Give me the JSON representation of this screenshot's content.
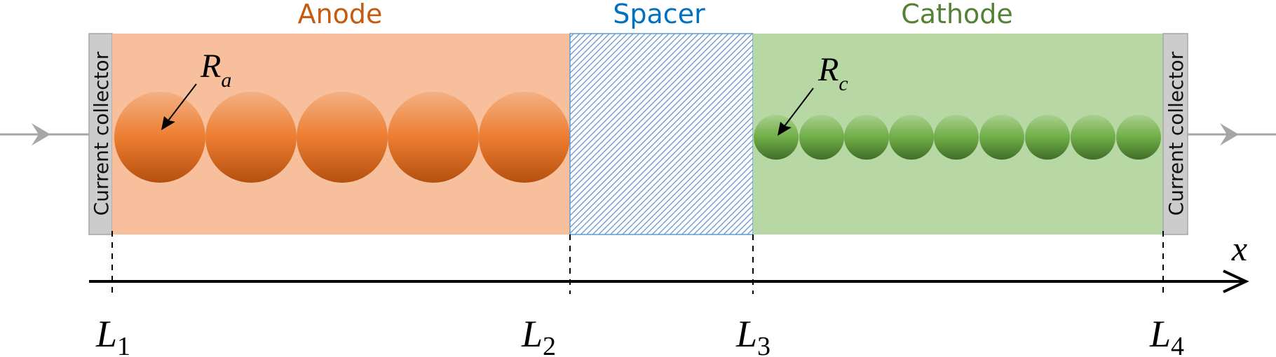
{
  "diagram": {
    "regions": {
      "anode": {
        "label": "Anode",
        "label_color": "#C55A11",
        "fill": "#F7BF9B",
        "particle_count": 5,
        "particle_color": "#ED7D31"
      },
      "spacer": {
        "label": "Spacer",
        "label_color": "#0070C0",
        "hatch_color": "#4472C4"
      },
      "cathode": {
        "label": "Cathode",
        "label_color": "#548235",
        "fill": "#B7D7A5",
        "particle_count": 9,
        "particle_color": "#70AD47"
      }
    },
    "current_collector_left": {
      "label": "Current collector",
      "fill": "#CCCCCC"
    },
    "current_collector_right": {
      "label": "Current collector",
      "fill": "#CCCCCC"
    },
    "radius_labels": {
      "anode": {
        "main": "R",
        "sub": "a"
      },
      "cathode": {
        "main": "R",
        "sub": "c"
      }
    },
    "axis": {
      "label": "x",
      "ticks": [
        {
          "main": "L",
          "sub": "1"
        },
        {
          "main": "L",
          "sub": "2"
        },
        {
          "main": "L",
          "sub": "3"
        },
        {
          "main": "L",
          "sub": "4"
        }
      ]
    }
  }
}
